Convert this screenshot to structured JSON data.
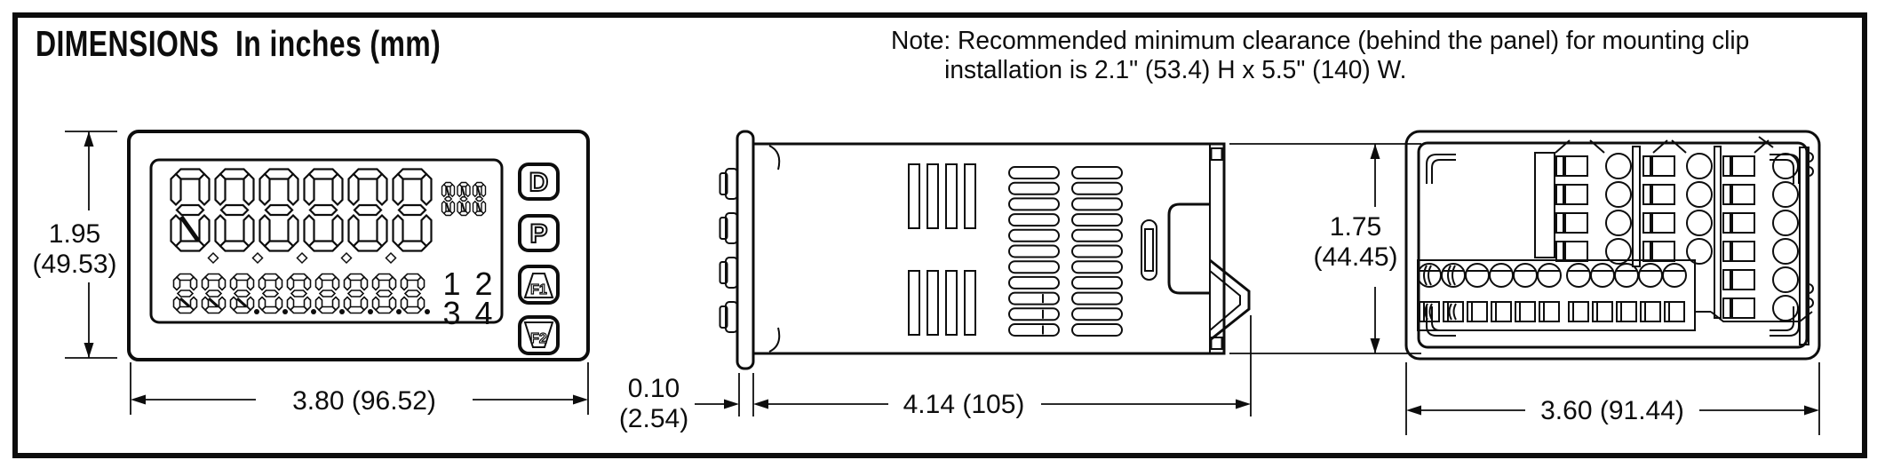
{
  "title": "DIMENSIONS  In inches (mm)",
  "note": {
    "line1": "Note: Recommended minimum clearance (behind the panel) for mounting clip",
    "line2": "installation is 2.1\" (53.4) H x 5.5\" (140) W."
  },
  "views": {
    "front": {
      "height_in": "1.95",
      "height_mm": "(49.53)",
      "width": "3.80 (96.52)",
      "buttons": {
        "display": "D",
        "program": "P",
        "f1": "F1",
        "f2": "F2"
      },
      "annunciators": {
        "row1": "1 2",
        "row2": "3 4"
      }
    },
    "side": {
      "bezel_depth_in": "0.10",
      "bezel_depth_mm": "(2.54)",
      "case_depth": "4.14 (105)",
      "height_in": "1.75",
      "height_mm": "(44.45)"
    },
    "rear": {
      "width": "3.60 (91.44)"
    }
  },
  "colors": {
    "line": "#0d0d0d",
    "background": "#ffffff"
  }
}
